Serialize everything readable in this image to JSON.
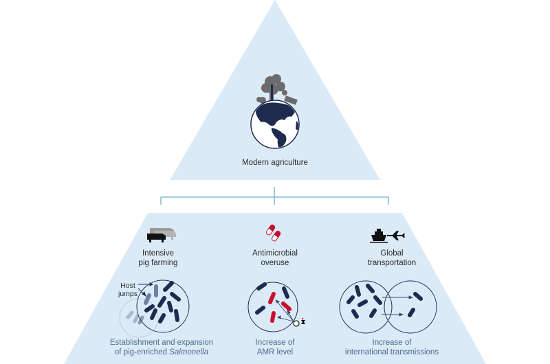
{
  "colors": {
    "panel_fill": "#dbeaf7",
    "bracket": "#6bb1c4",
    "bacteria_navy": "#1e2a4e",
    "bacteria_red": "#c8102e",
    "bacteria_faded": "#6e7fa3",
    "smoke_gray": "#6b6b6b",
    "outcome_text": "#4f6a8a",
    "label_text": "#2a2a2a"
  },
  "top": {
    "icon": "globe-with-factory-smoke-icon",
    "label": "Modern agriculture"
  },
  "drivers": [
    {
      "icon": "pigs-icon",
      "label_line1": "Intensive",
      "label_line2": "pig farming",
      "diagram": "host-jump-bacteria-circle",
      "annotation_line1": "Host",
      "annotation_line2": "jumps",
      "outcome_line1": "Establishment and expansion",
      "outcome_line2_prefix": "of pig-enriched ",
      "outcome_line2_italic": "Salmonella"
    },
    {
      "icon": "capsules-icon",
      "label_line1": "Antimicrobial",
      "label_line2": "overuse",
      "diagram": "amr-bacteria-circle",
      "outcome_line1": "Increase of",
      "outcome_line2": "AMR level"
    },
    {
      "icon": "ship-and-plane-icon",
      "label_line1": "Global",
      "label_line2": "transportation",
      "diagram": "transmission-two-circles",
      "outcome_line1": "Increase of",
      "outcome_line2": "international transmissions"
    }
  ]
}
